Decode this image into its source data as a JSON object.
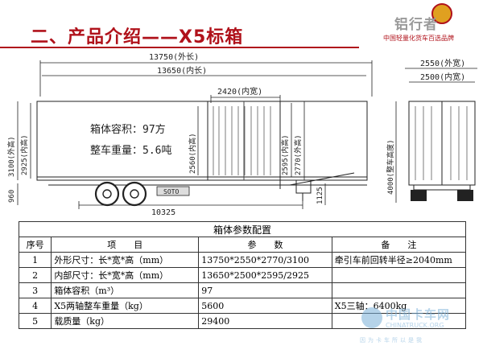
{
  "header": {
    "title": "二、产品介绍——X5标箱"
  },
  "brand": {
    "name": "铝行者",
    "slogan": "中国轻量化货车百选品牌"
  },
  "drawing": {
    "dimensions": {
      "outer_length": "13750(外长)",
      "inner_length": "13650(内长)",
      "door_inner_width": "2420(内宽)",
      "outer_width": "2550(外宽)",
      "inner_width": "2500(内宽)",
      "outer_height": "3100(外高)",
      "inner_height": "2925(内高)",
      "door_height": "2560(内高)",
      "side_inner_height": "2595(内高)",
      "side_outer_height": "2770(外高)",
      "total_height": "4000(整车高度)",
      "chassis_height": "960",
      "coupler_height": "1125",
      "axle_length": "10325"
    },
    "annotations": {
      "volume": "箱体容积：97方",
      "weight": "整车重量：5.6吨",
      "chassis_brand": "SOTO"
    }
  },
  "table": {
    "caption": "箱体参数配置",
    "headers": [
      "序号",
      "项　　目",
      "参　　数",
      "备　　注"
    ],
    "rows": [
      {
        "idx": "1",
        "item": "外形尺寸：长*宽*高（mm）",
        "param": "13750*2550*2770/3100",
        "note": "牵引车前回转半径≥2040mm"
      },
      {
        "idx": "2",
        "item": "内部尺寸：长*宽*高（mm）",
        "param": "13650*2500*2595/2925",
        "note": ""
      },
      {
        "idx": "3",
        "item": "箱体容积（m³）",
        "param": "97",
        "note": ""
      },
      {
        "idx": "4",
        "item": "X5两轴整车重量（kg）",
        "param": "5600",
        "note": "X5三轴：6400kg"
      },
      {
        "idx": "5",
        "item": "载质量（kg）",
        "param": "29400",
        "note": ""
      }
    ]
  },
  "watermark": {
    "title": "中国卡车网",
    "url": "CHINATRUCK.ORG",
    "slogan": "因为卡车所以是我"
  }
}
